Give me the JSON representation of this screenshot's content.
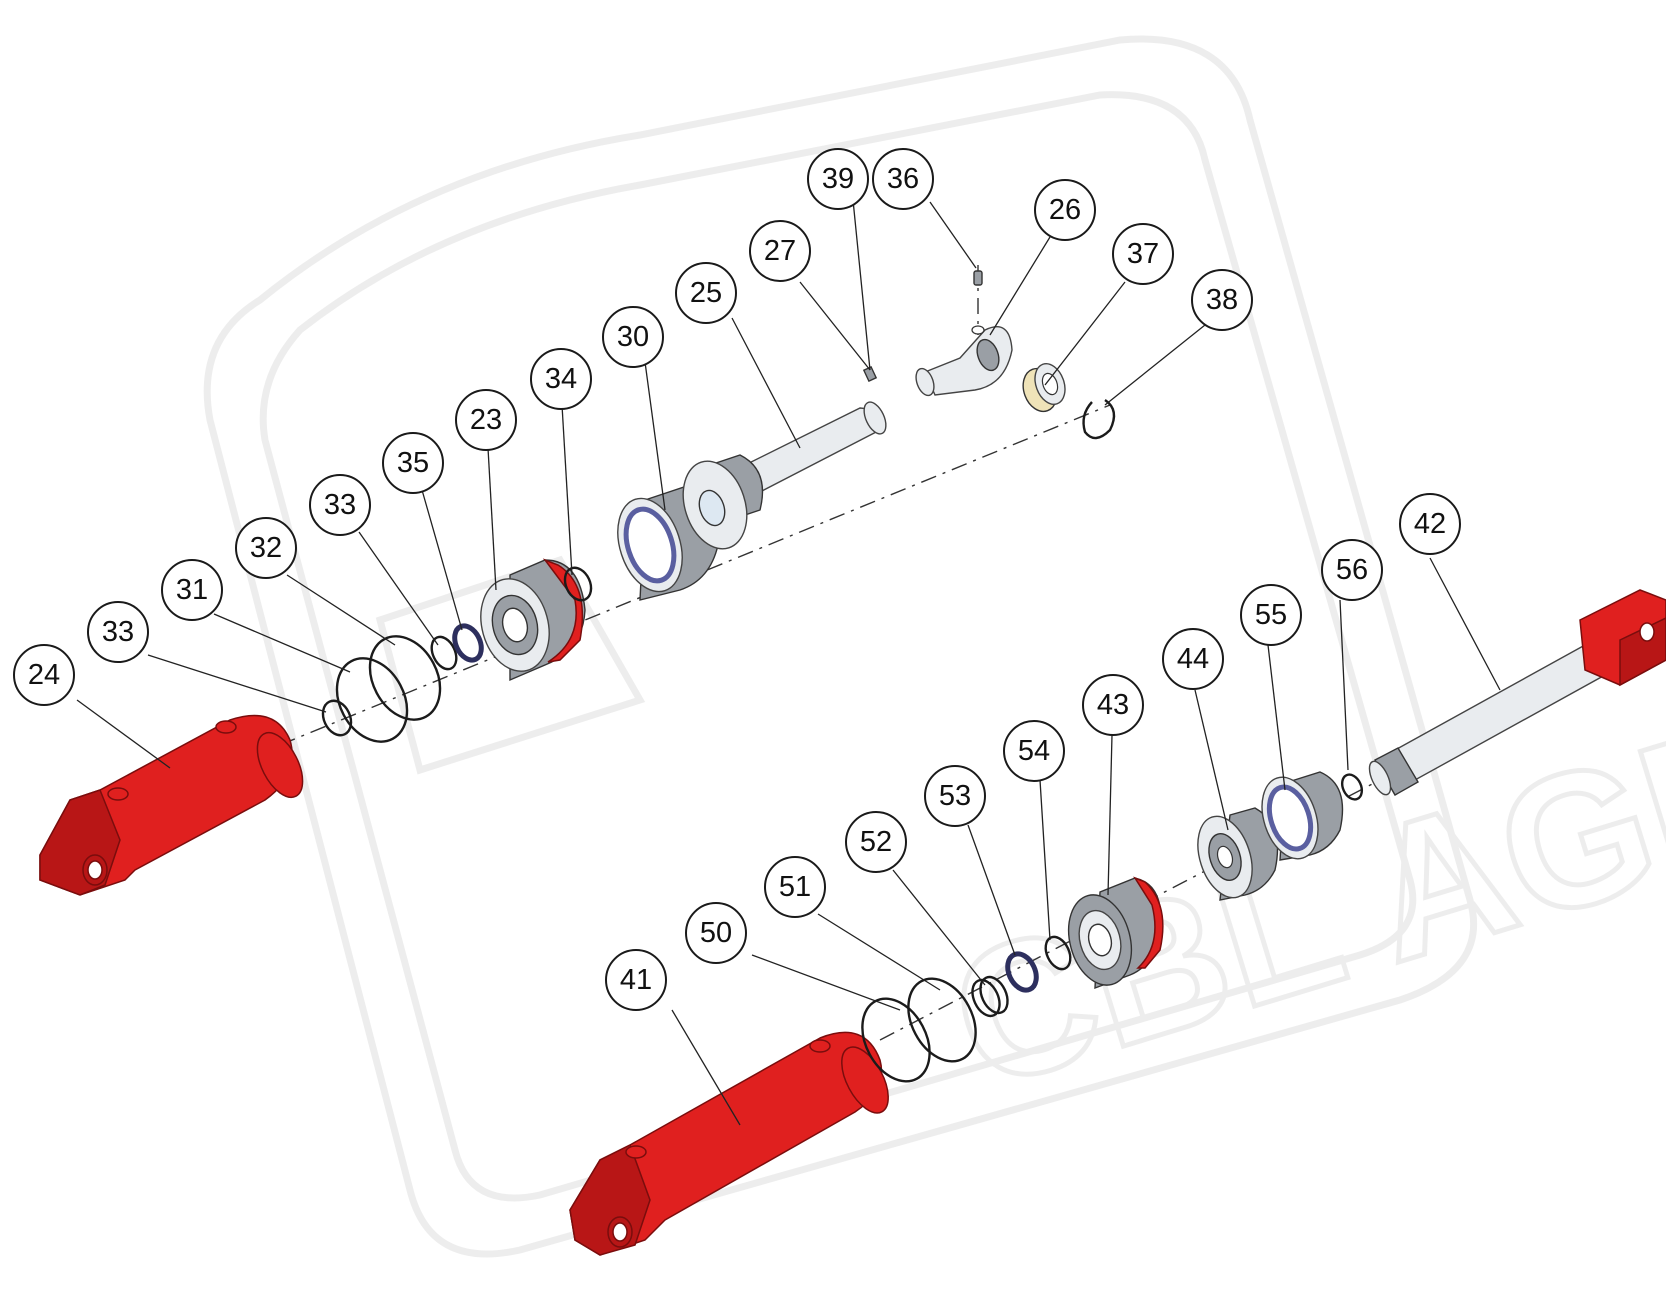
{
  "watermark": {
    "text": "CBL AGRI"
  },
  "colors": {
    "cylinder": "#e0201f",
    "steel": "#e9ecef",
    "seal": "#2d2f5e"
  },
  "callouts": [
    {
      "id": "c39",
      "label": "39",
      "part": "grease-nipple-cap"
    },
    {
      "id": "c36",
      "label": "36",
      "part": "grease-nipple"
    },
    {
      "id": "c26",
      "label": "26",
      "part": "rod-eye"
    },
    {
      "id": "c37",
      "label": "37",
      "part": "bushing"
    },
    {
      "id": "c38",
      "label": "38",
      "part": "circlip"
    },
    {
      "id": "c27",
      "label": "27",
      "part": "grub-screw"
    },
    {
      "id": "c25",
      "label": "25",
      "part": "piston-rod"
    },
    {
      "id": "c30",
      "label": "30",
      "part": "piston"
    },
    {
      "id": "c34",
      "label": "34",
      "part": "o-ring"
    },
    {
      "id": "c23",
      "label": "23",
      "part": "gland"
    },
    {
      "id": "c35",
      "label": "35",
      "part": "rod-seal"
    },
    {
      "id": "c33a",
      "label": "33",
      "part": "backup-ring"
    },
    {
      "id": "c32",
      "label": "32",
      "part": "o-ring-large"
    },
    {
      "id": "c31",
      "label": "31",
      "part": "o-ring-large"
    },
    {
      "id": "c33b",
      "label": "33",
      "part": "backup-ring"
    },
    {
      "id": "c24",
      "label": "24",
      "part": "cylinder-barrel"
    },
    {
      "id": "c42",
      "label": "42",
      "part": "piston-rod-clevis"
    },
    {
      "id": "c56",
      "label": "56",
      "part": "o-ring-small"
    },
    {
      "id": "c55",
      "label": "55",
      "part": "piston"
    },
    {
      "id": "c44",
      "label": "44",
      "part": "piston-head"
    },
    {
      "id": "c43",
      "label": "43",
      "part": "gland"
    },
    {
      "id": "c54",
      "label": "54",
      "part": "wiper-ring"
    },
    {
      "id": "c53",
      "label": "53",
      "part": "rod-seal"
    },
    {
      "id": "c52",
      "label": "52",
      "part": "guide-ring"
    },
    {
      "id": "c51",
      "label": "51",
      "part": "o-ring-large"
    },
    {
      "id": "c50",
      "label": "50",
      "part": "o-ring-large"
    },
    {
      "id": "c41",
      "label": "41",
      "part": "cylinder-barrel"
    }
  ]
}
